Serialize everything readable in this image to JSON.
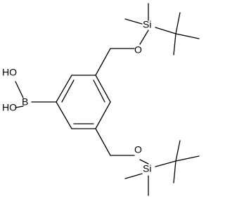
{
  "molecule": {
    "atoms": {
      "oh_top": "HO",
      "oh_bottom": "HO",
      "boron": "B",
      "oxygen_top": "O",
      "oxygen_bottom": "O",
      "silicon_top": "Si",
      "silicon_bottom": "Si"
    },
    "colors": {
      "bond": "#000000",
      "label": "#000000",
      "background": "#ffffff"
    }
  }
}
